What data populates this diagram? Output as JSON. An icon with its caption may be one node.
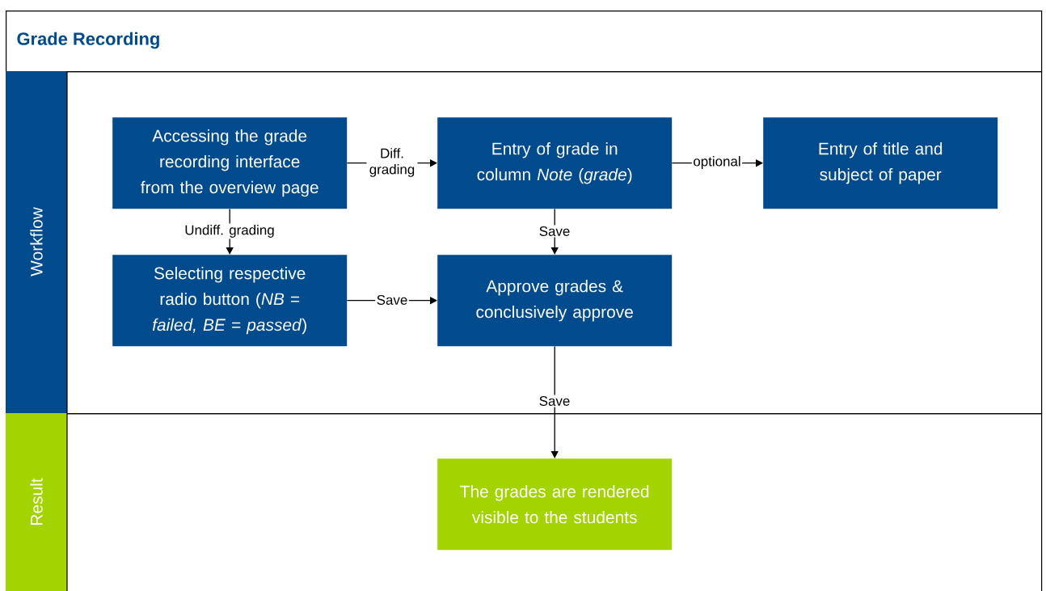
{
  "diagram": {
    "title": "Grade Recording",
    "nodes": [
      {
        "text": [
          "Workflow"
        ]
      },
      {
        "text": [
          "Accessing the grade recording interface from the overview page"
        ],
        "in": 0
      },
      {
        "text": [
          "Entry of grade in column *Note* (*grade*)"
        ],
        "in": 0
      },
      {
        "text": [
          "Entry of title and subject of paper"
        ],
        "in": 0
      },
      {
        "text": [
          "Selecting respective radio button (*NB* = *failed, BE* = *passed*)"
        ],
        "in": 0
      },
      {
        "text": [
          "Approve grades & conclusively approve"
        ],
        "in": 0
      },
      {
        "text": [
          "Result"
        ]
      },
      {
        "text": [
          "The grades are rendered visible to the students"
        ],
        "in": 6
      }
    ],
    "edges": [
      {
        "from": 1,
        "to": 2,
        "arrow": "to",
        "label": "Diff. grading"
      },
      {
        "from": 2,
        "to": 3,
        "arrow": "to",
        "label": "optional"
      },
      {
        "from": 1,
        "to": 4,
        "arrow": "to",
        "label": "Undiff. grading"
      },
      {
        "from": 2,
        "to": 5,
        "arrow": "to",
        "label": "Save"
      },
      {
        "from": 4,
        "to": 5,
        "arrow": "to",
        "label": "Save"
      },
      {
        "from": 5,
        "to": 7,
        "arrow": "to",
        "label": "Save"
      }
    ]
  }
}
